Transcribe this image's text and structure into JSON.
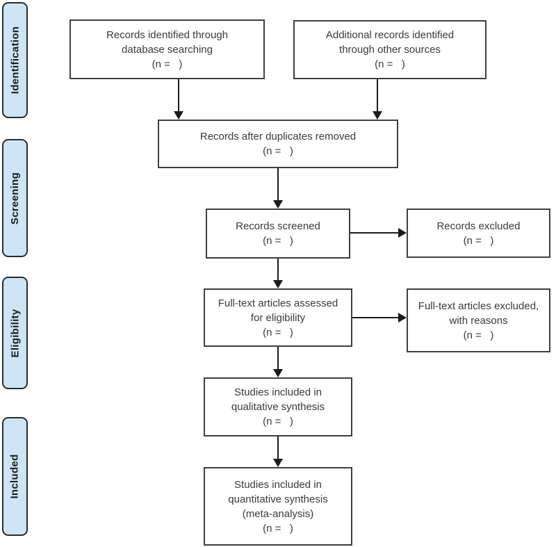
{
  "stages": [
    {
      "id": "identification",
      "label": "Identification"
    },
    {
      "id": "screening",
      "label": "Screening"
    },
    {
      "id": "eligibility",
      "label": "Eligibility"
    },
    {
      "id": "included",
      "label": "Included"
    }
  ],
  "boxes": {
    "identified_db": {
      "line1": "Records identified through",
      "line2": "database searching",
      "count": "(n =   )"
    },
    "other_sources": {
      "line1": "Additional records identified",
      "line2": "through other sources",
      "count": "(n =   )"
    },
    "duplicates": {
      "line1": "Records after duplicates removed",
      "count": "(n =   )"
    },
    "screened": {
      "line1": "Records screened",
      "count": "(n =   )"
    },
    "excluded": {
      "line1": "Records excluded",
      "count": "(n =   )"
    },
    "fulltext": {
      "line1": "Full-text articles assessed",
      "line2": "for eligibility",
      "count": "(n =   )"
    },
    "fulltext_excluded": {
      "line1": "Full-text articles excluded,",
      "line2": "with reasons",
      "count": "(n =   )"
    },
    "qualitative": {
      "line1": "Studies included in",
      "line2": "qualitative synthesis",
      "count": "(n =   )"
    },
    "quantitative": {
      "line1": "Studies included in",
      "line2": "quantitative synthesis",
      "line3": "(meta-analysis)",
      "count": "(n =   )"
    }
  },
  "colors": {
    "stage_fill": "#cde5f6",
    "stage_border": "#2b2b2b",
    "box_border": "#3f3f3f",
    "text": "#3a3a3a",
    "arrow": "#1a1a1a"
  }
}
